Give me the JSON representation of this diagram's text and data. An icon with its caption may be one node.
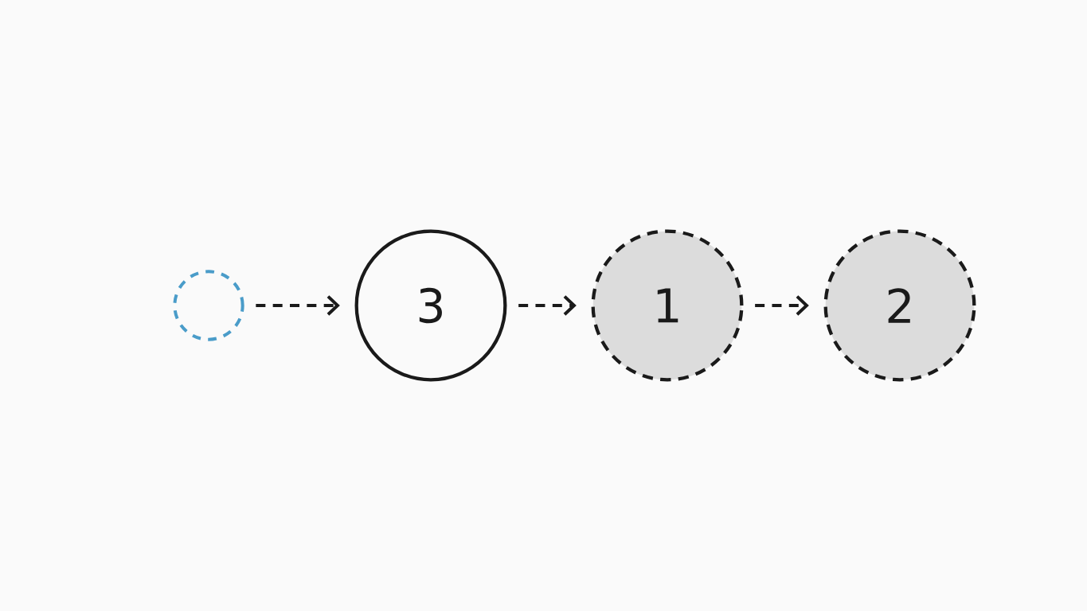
{
  "diagram": {
    "nodes": [
      {
        "text": [],
        "shape": "circle"
      },
      {
        "text": [
          "3"
        ]
      },
      {
        "text": [
          "1"
        ]
      },
      {
        "text": [
          "2"
        ]
      }
    ],
    "edges": [
      {
        "from": 0,
        "to": 1,
        "arrow": "to",
        "style": "dashed"
      },
      {
        "from": 1,
        "to": 2,
        "arrow": "to",
        "style": "dashed"
      },
      {
        "from": 2,
        "to": 3,
        "arrow": "to",
        "style": "dashed"
      }
    ]
  }
}
